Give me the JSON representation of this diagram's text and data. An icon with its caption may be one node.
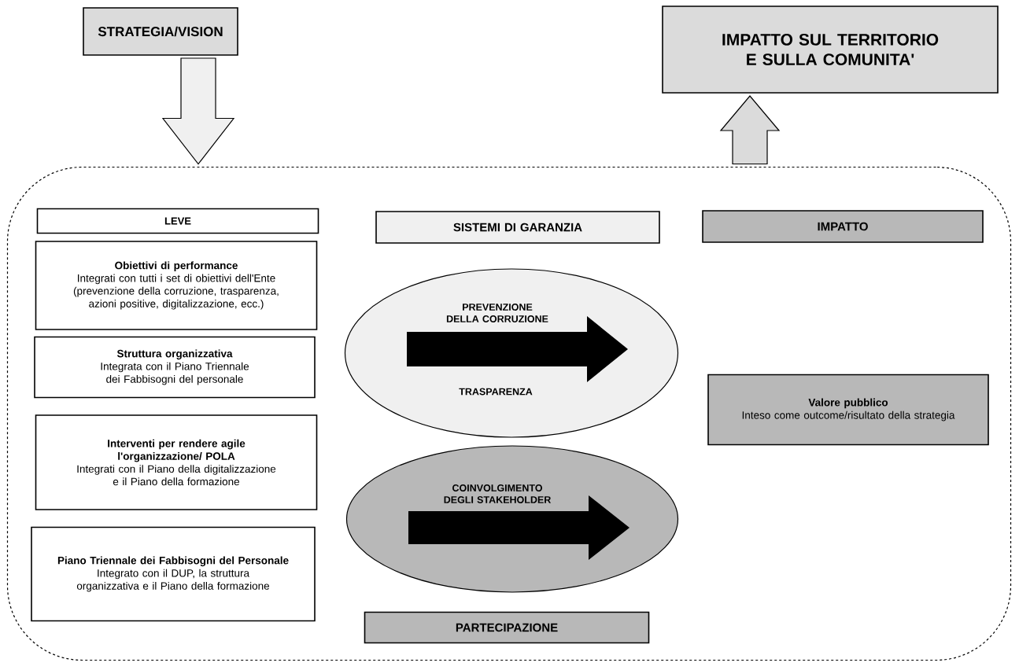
{
  "diagram": {
    "nodes": [
      {
        "text": [
          "STRATEGIA/VISION"
        ]
      },
      {
        "text": [
          "IMPATTO SUL TERRITORIO E SULLA COMUNITA'"
        ]
      },
      {
        "text": [],
        "shape": "box"
      },
      {
        "text": [
          "LEVE"
        ],
        "in": 2
      },
      {
        "text": [
          "Obiettivi di performance",
          "Integrati con tutti i set di obiettivi dell'Ente (prevenzione della corruzione, trasparenza, azioni positive, digitalizzazione, ecc.)"
        ],
        "in": 2
      },
      {
        "text": [
          "Struttura organizzativa",
          "Integrata con il Piano Triennale dei Fabbisogni del personale"
        ],
        "in": 2
      },
      {
        "text": [
          "Interventi per rendere agile l'organizzazione/ POLA",
          "Integrati con il Piano della digitalizzazione e il Piano della formazione"
        ],
        "in": 2
      },
      {
        "text": [
          "Piano Triennale dei Fabbisogni del Personale",
          "Integrato con il DUP, la struttura organizzativa e il Piano della formazione"
        ],
        "in": 2
      },
      {
        "text": [
          "SISTEMI DI GARANZIA"
        ],
        "in": 2
      },
      {
        "text": [
          "PREVENZIONE DELLA CORRUZIONE",
          "TRASPARENZA"
        ],
        "in": 2
      },
      {
        "text": [
          "COINVOLGIMENTO DEGLI STAKEHOLDER"
        ],
        "in": 2
      },
      {
        "text": [
          "PARTECIPAZIONE"
        ],
        "in": 2
      },
      {
        "text": [
          "IMPATTO"
        ],
        "in": 2
      },
      {
        "text": [
          "Valore pubblico",
          "Inteso come outcome/risultato della strategia"
        ],
        "in": 2
      }
    ],
    "edges": [
      {
        "from": 0,
        "to": 2,
        "arrow": "to"
      },
      {
        "from": 2,
        "to": 1,
        "arrow": "to"
      }
    ]
  }
}
